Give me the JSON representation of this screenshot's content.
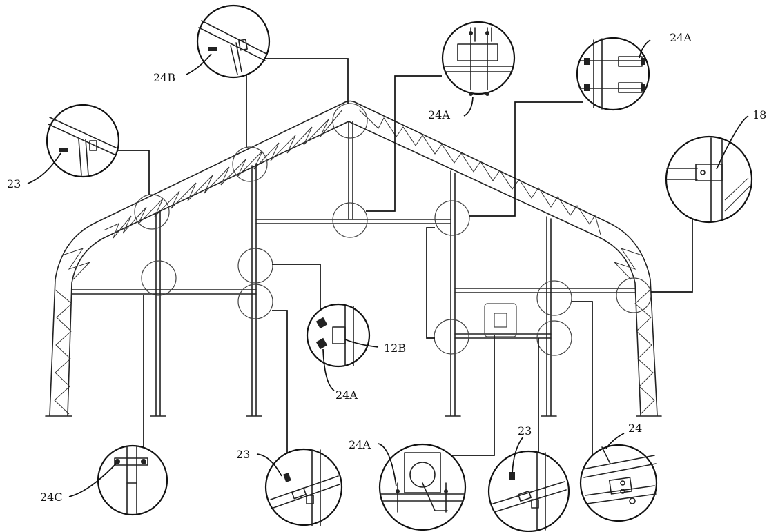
{
  "labels": {
    "l_24b": "24B",
    "l_24a_top": "24A",
    "l_24a_right": "24A",
    "l_18": "18",
    "l_23_left": "23",
    "l_12b": "12B",
    "l_24a_mid": "24A",
    "l_24c": "24C",
    "l_23_bottom": "23",
    "l_24a_bottom": "24A",
    "l_23_right": "23",
    "l_24": "24"
  },
  "colors": {
    "ink": "#222222",
    "background": "#ffffff"
  }
}
